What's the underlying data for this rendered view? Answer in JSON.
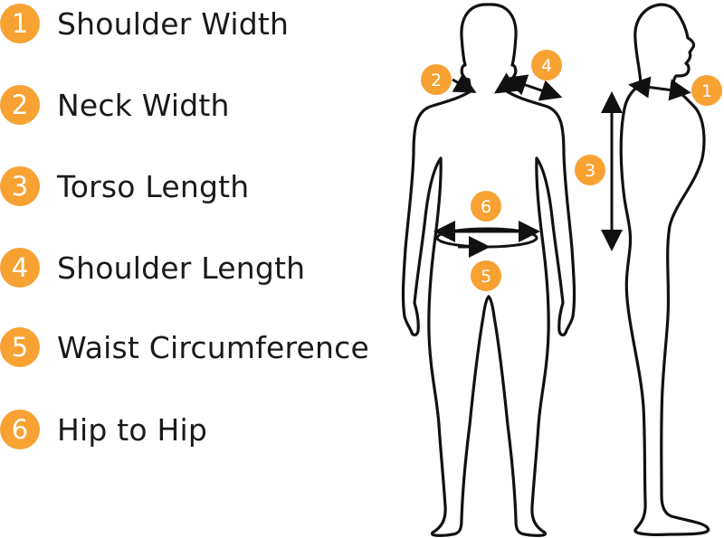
{
  "legend": {
    "items": [
      {
        "number": "1",
        "label": "Shoulder Width"
      },
      {
        "number": "2",
        "label": "Neck Width"
      },
      {
        "number": "3",
        "label": "Torso Length"
      },
      {
        "number": "4",
        "label": "Shoulder Length"
      },
      {
        "number": "5",
        "label": "Waist Circumference"
      },
      {
        "number": "6",
        "label": "Hip to Hip"
      }
    ]
  },
  "callouts": {
    "front_neck": "2",
    "front_shoulder": "4",
    "front_hip": "6",
    "front_waist": "5",
    "side_shoulder": "1",
    "side_torso": "3"
  },
  "colors": {
    "accent": "#f7a233",
    "outline": "#111111",
    "text": "#1a1a1a"
  }
}
